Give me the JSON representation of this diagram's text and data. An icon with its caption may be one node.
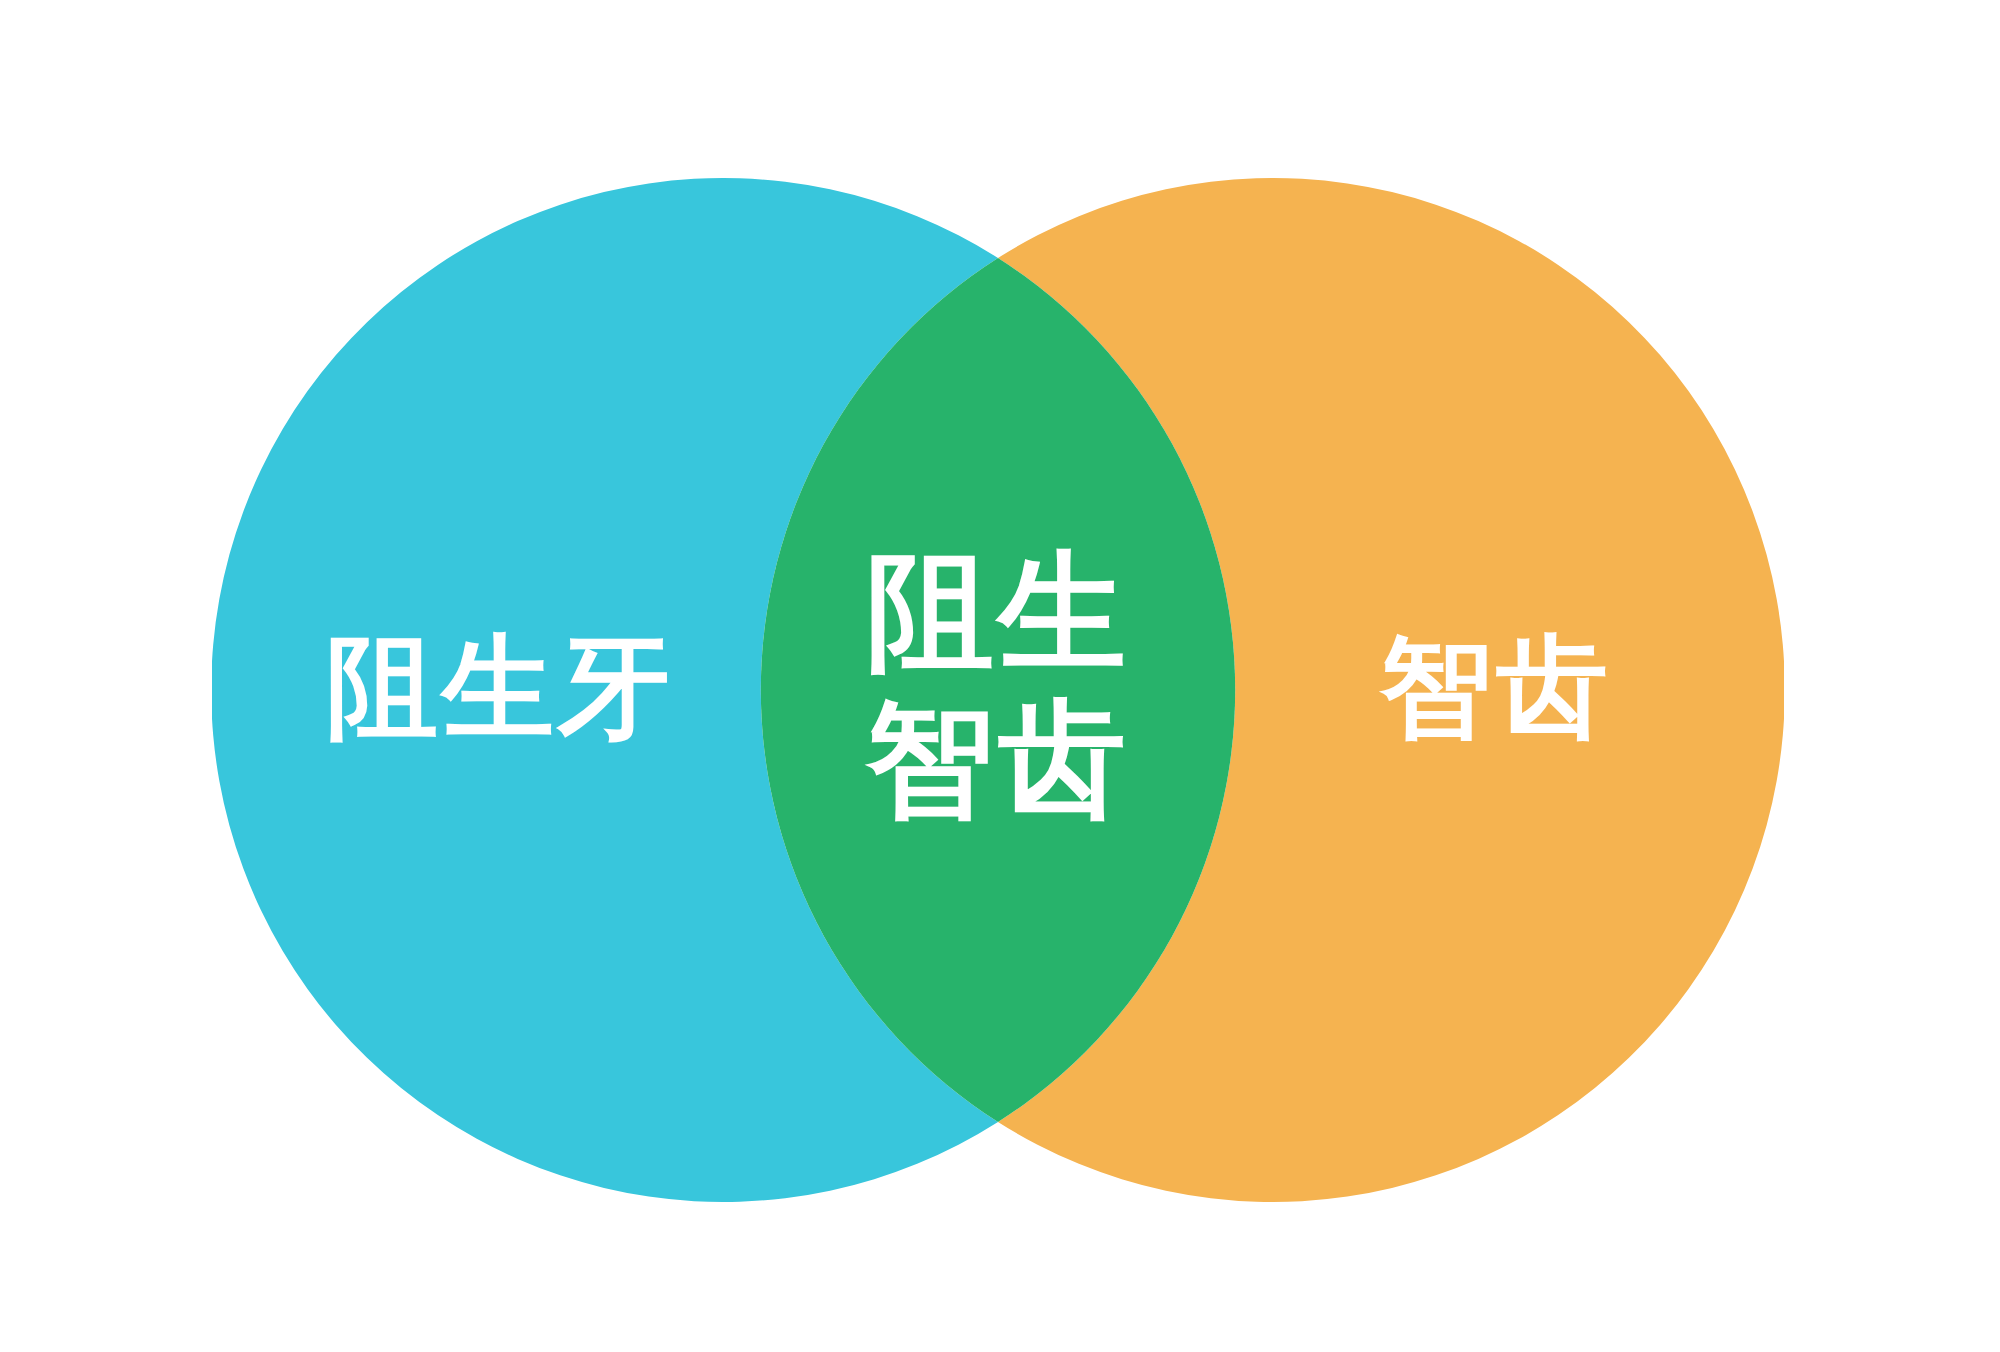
{
  "diagram": {
    "nodes": [
      {
        "text": [
          "阻生牙"
        ]
      },
      {
        "text": [
          "智齿"
        ]
      },
      {
        "text": [
          "阻生智齿"
        ]
      }
    ]
  }
}
